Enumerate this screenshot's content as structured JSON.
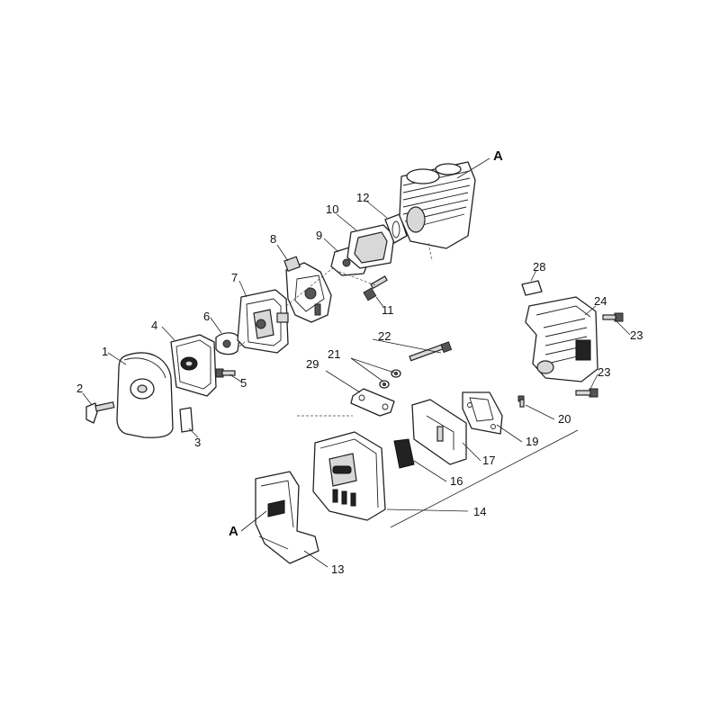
{
  "labels": {
    "l1": "1",
    "l2": "2",
    "l3": "3",
    "l4": "4",
    "l5": "5",
    "l6": "6",
    "l7": "7",
    "l8": "8",
    "l9": "9",
    "l10": "10",
    "l11": "11",
    "l12": "12",
    "l13": "13",
    "l14": "14",
    "l16": "16",
    "l17": "17",
    "l19": "19",
    "l20": "20",
    "l21": "21",
    "l22": "22",
    "l23a": "23",
    "l23b": "23",
    "l24": "24",
    "l28": "28",
    "l29": "29",
    "ref_a_cylinder": "A",
    "ref_a_guard": "A"
  }
}
